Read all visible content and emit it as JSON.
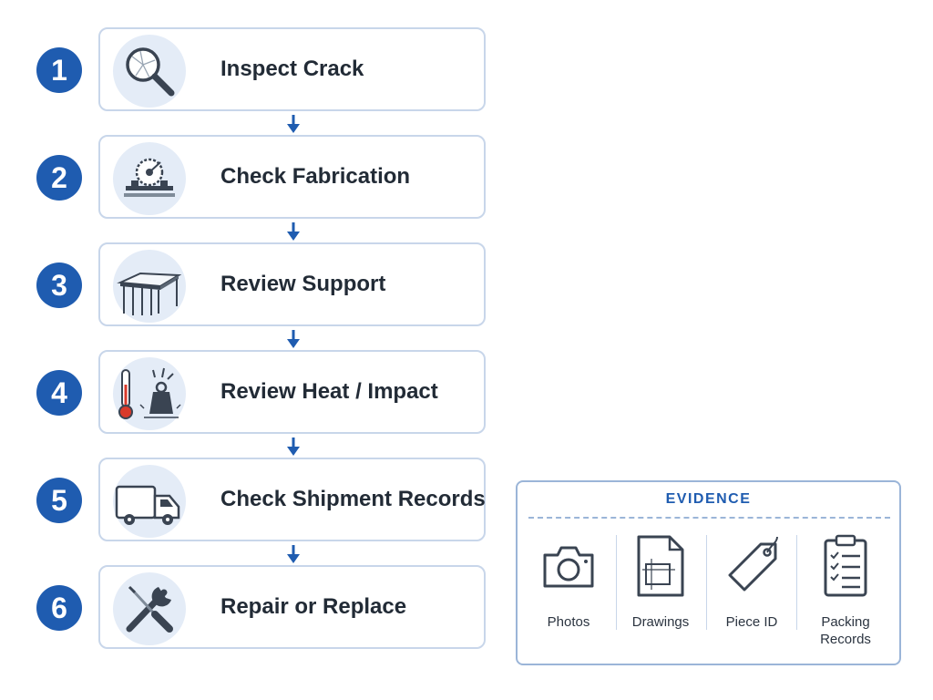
{
  "steps": [
    {
      "number": "1",
      "label": "Inspect Crack",
      "icon": "magnifier-crack-icon"
    },
    {
      "number": "2",
      "label": "Check Fabrication",
      "icon": "saw-blade-icon"
    },
    {
      "number": "3",
      "label": "Review Support",
      "icon": "support-frame-icon"
    },
    {
      "number": "4",
      "label": "Review Heat / Impact",
      "icon": "thermometer-weight-icon"
    },
    {
      "number": "5",
      "label": "Check Shipment Records",
      "icon": "truck-icon"
    },
    {
      "number": "6",
      "label": "Repair or Replace",
      "icon": "wrench-screwdriver-icon"
    }
  ],
  "evidence": {
    "title": "EVIDENCE",
    "items": [
      {
        "label": "Photos",
        "icon": "camera-icon"
      },
      {
        "label": "Drawings",
        "icon": "drawing-document-icon"
      },
      {
        "label": "Piece ID",
        "icon": "tag-icon"
      },
      {
        "label": "Packing Records",
        "icon": "clipboard-checklist-icon"
      }
    ]
  },
  "colors": {
    "accent": "#1f5cb0",
    "card_border": "#c8d6ea",
    "icon_background": "#e4ecf7",
    "panel_border": "#9bb5d8",
    "heat_red": "#d93a2b"
  }
}
